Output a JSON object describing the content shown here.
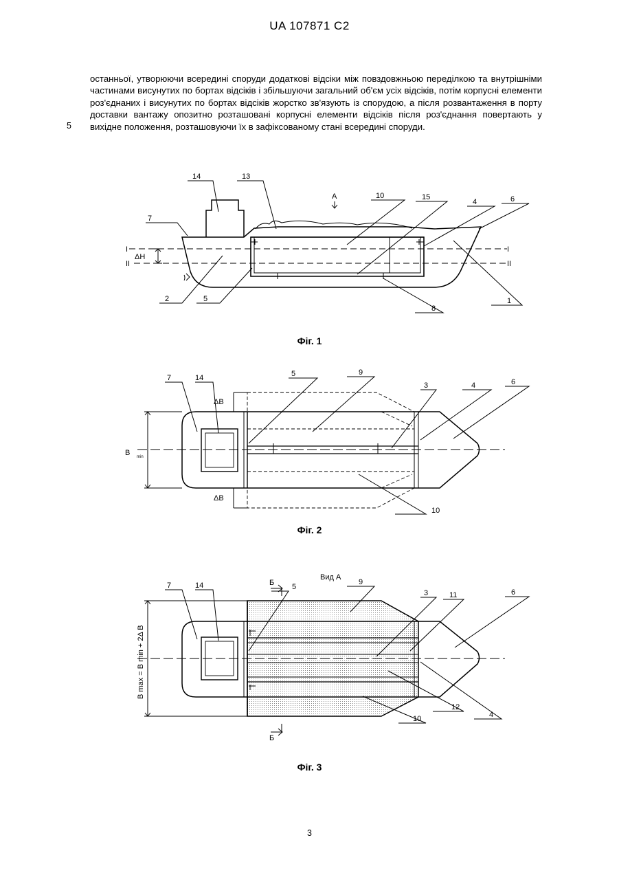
{
  "header": "UA   107871   C2",
  "paragraph": "останньої, утворюючи всередині споруди додаткові відсіки між повздовжньою переділкою та внутрішніми частинами висунутих по бортах відсіків і збільшуючи загальний об'єм усіх відсіків, потім корпусні елементи роз'єднаних і висунутих по бортах відсіків жорстко зв'язують із спорудою, а після розвантаження в порту доставки вантажу опозитно розташовані корпусні елементи відсіків після роз'єднання повертають у вихідне положення, розташовуючи їх в зафіксованому стані всередині споруди.",
  "line_number": "5",
  "fig1": {
    "caption": "Фіг. 1",
    "labels": [
      "14",
      "13",
      "A",
      "10",
      "15",
      "4",
      "6",
      "7",
      "I",
      "ΔH",
      "II",
      "I",
      "II",
      "2",
      "5",
      "8",
      "1"
    ]
  },
  "fig2": {
    "caption": "Фіг. 2",
    "labels": [
      "7",
      "14",
      "5",
      "9",
      "3",
      "4",
      "6",
      "ΔB",
      "B",
      "min",
      "ΔB",
      "10"
    ]
  },
  "fig3": {
    "caption": "Фіг. 3",
    "labels": [
      "Вид А",
      "Б",
      "5",
      "9",
      "3",
      "11",
      "6",
      "7",
      "14",
      "B max = B min + 2Δ B",
      "10",
      "12",
      "4",
      "Б"
    ]
  },
  "page_number": "3"
}
